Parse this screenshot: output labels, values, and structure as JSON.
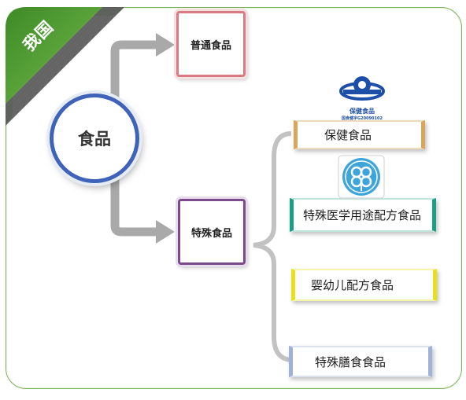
{
  "corner_label": "我国",
  "root": {
    "label": "食品"
  },
  "branches": {
    "general": {
      "label": "普通食品"
    },
    "special": {
      "label": "特殊食品"
    }
  },
  "subcategories": [
    {
      "label": "保健食品"
    },
    {
      "label": "特殊医学用途配方食品"
    },
    {
      "label": "婴幼儿配方食品"
    },
    {
      "label": "特殊膳食食品"
    }
  ],
  "health_logo": {
    "caption": "保健食品",
    "approval_text": "国食健字G20090102"
  },
  "colors": {
    "frame": "#7db35a",
    "corner_banner": "#5ea83c",
    "root_ring": "#3f63b8",
    "general_border": "#d97a82",
    "special_border": "#7a4a8a",
    "health_border": "#d8a55a",
    "medical_border": "#1a9e86",
    "infant_border": "#e6e21a",
    "diet_border": "#9fb2d8",
    "connector": "#a9a9a9"
  }
}
